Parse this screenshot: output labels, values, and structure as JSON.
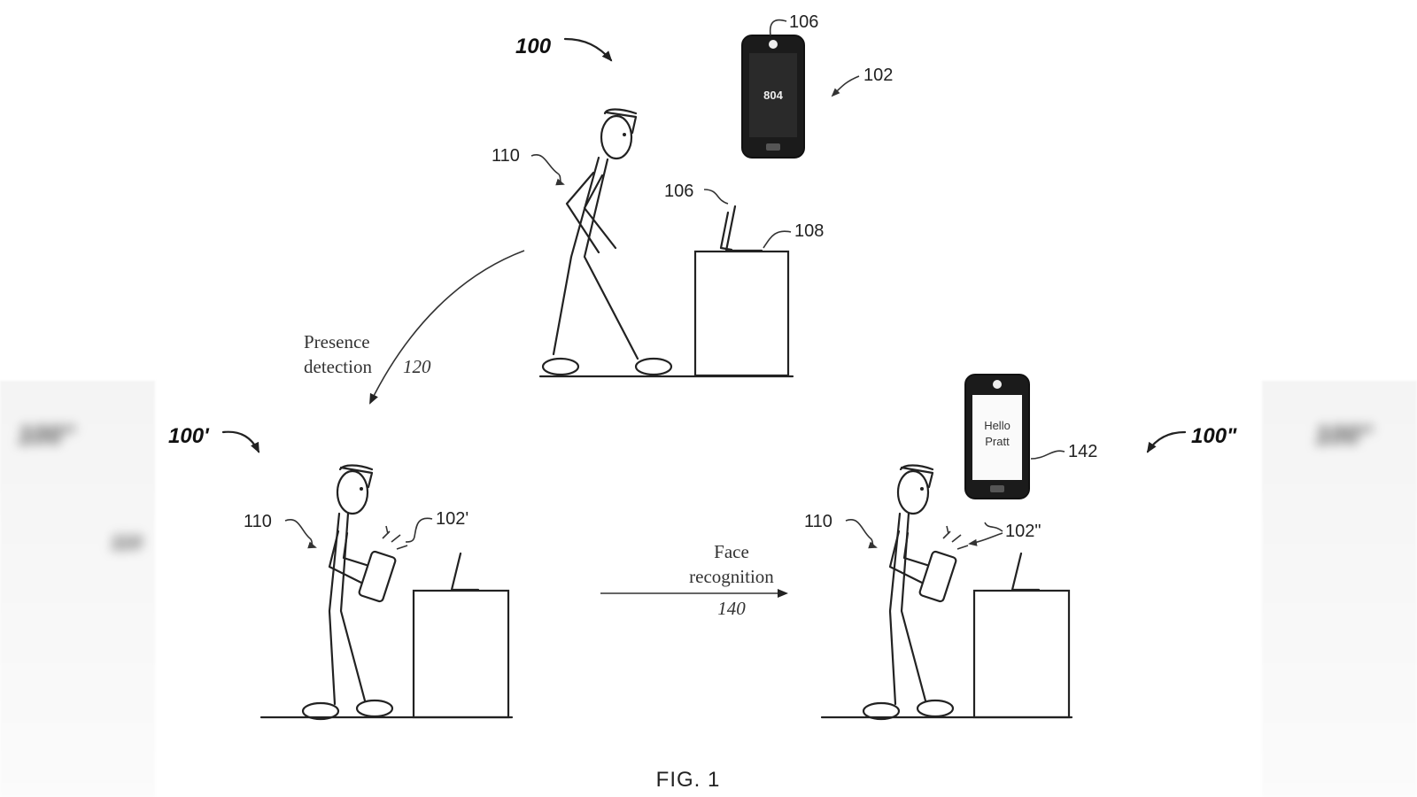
{
  "figure": {
    "caption": "FIG. 1",
    "scenes": {
      "top": {
        "id": "100"
      },
      "left": {
        "id": "100'"
      },
      "right": {
        "id": "100\""
      }
    },
    "refs": {
      "ref_106_top": "106",
      "ref_102": "102",
      "ref_110_top": "110",
      "ref_106_desk": "106",
      "ref_108": "108",
      "ref_110_left": "110",
      "ref_102_prime": "102'",
      "ref_110_right": "110",
      "ref_102_double": "102\"",
      "ref_142": "142"
    },
    "phone_top_screen": "804",
    "phone_right_screen": [
      "Hello",
      "Pratt"
    ],
    "transitions": {
      "presence": {
        "line1": "Presence",
        "line2": "detection",
        "num": "120"
      },
      "face": {
        "line1": "Face",
        "line2": "recognition",
        "num": "140"
      }
    },
    "side_blur_left": [
      "100\"",
      "110"
    ],
    "side_blur_right": [
      "100\""
    ]
  }
}
